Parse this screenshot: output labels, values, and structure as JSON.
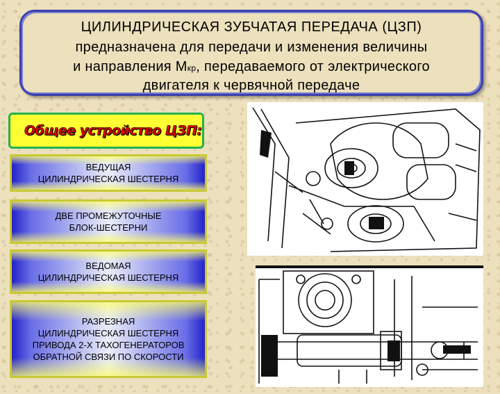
{
  "header": {
    "title": "ЦИЛИНДРИЧЕСКАЯ ЗУБЧАТАЯ ПЕРЕДАЧА (ЦЗП)",
    "line1": "предназначена для передачи и изменения величины",
    "line2_a": "и направления М",
    "line2_sub": "кр",
    "line2_b": ", передаваемого от электрического",
    "line3": "двигателя к червячной передаче"
  },
  "structure": {
    "title": "Общее устройство ЦЗП:"
  },
  "items": [
    {
      "label": "ВЕДУЩАЯ\nЦИЛИНДРИЧЕСКАЯ ШЕСТЕРНЯ"
    },
    {
      "label": "ДВЕ ПРОМЕЖУТОЧНЫЕ\nБЛОК-ШЕСТЕРНИ"
    },
    {
      "label": "ВЕДОМАЯ\nЦИЛИНДРИЧЕСКАЯ ШЕСТЕРНЯ"
    },
    {
      "label": "РАЗРЕЗНАЯ\nЦИЛИНДРИЧЕСКАЯ ШЕСТЕРНЯ\nПРИВОДА 2-Х ТАХОГЕНЕРАТОРОВ\nОБРАТНОЙ СВЯЗИ ПО СКОРОСТИ"
    }
  ],
  "colors": {
    "header_border": "#3a3fae",
    "structure_bg": "#ffff33",
    "structure_border": "#22b14c",
    "structure_text": "#e60000",
    "item_gradient_edge": "#2323c8"
  }
}
